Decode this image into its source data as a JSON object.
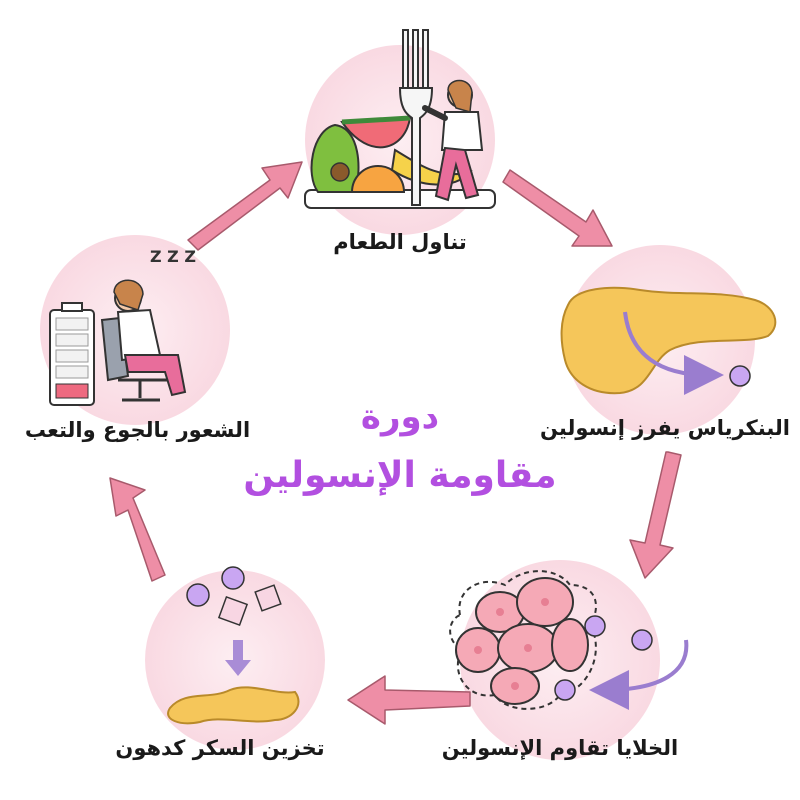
{
  "diagram": {
    "title_line1": "دورة",
    "title_line2": "مقاومة الإنسولين",
    "steps": [
      {
        "label": "تناول الطعام",
        "icon": "food-and-fork-icon"
      },
      {
        "label": "البنكرياس يفرز إنسولين",
        "icon": "pancreas-icon"
      },
      {
        "label": "الخلايا تقاوم الإنسولين",
        "icon": "resistant-cells-icon"
      },
      {
        "label": "تخزين السكر كدهون",
        "icon": "fat-storage-icon"
      },
      {
        "label": "الشعور بالجوع والتعب",
        "icon": "tired-person-icon"
      }
    ],
    "sleep_text": "Z Z Z"
  },
  "colors": {
    "arrow": "#ee8ea6",
    "arrow_stroke": "#a85a6c",
    "circle_bg": "#fbe3ea",
    "title": "#b24fe0",
    "insulin_ball": "#c9a6f2",
    "pancreas": "#f5c65a",
    "cells": "#f5a9b6",
    "curve_arrow": "#a98cd6"
  }
}
